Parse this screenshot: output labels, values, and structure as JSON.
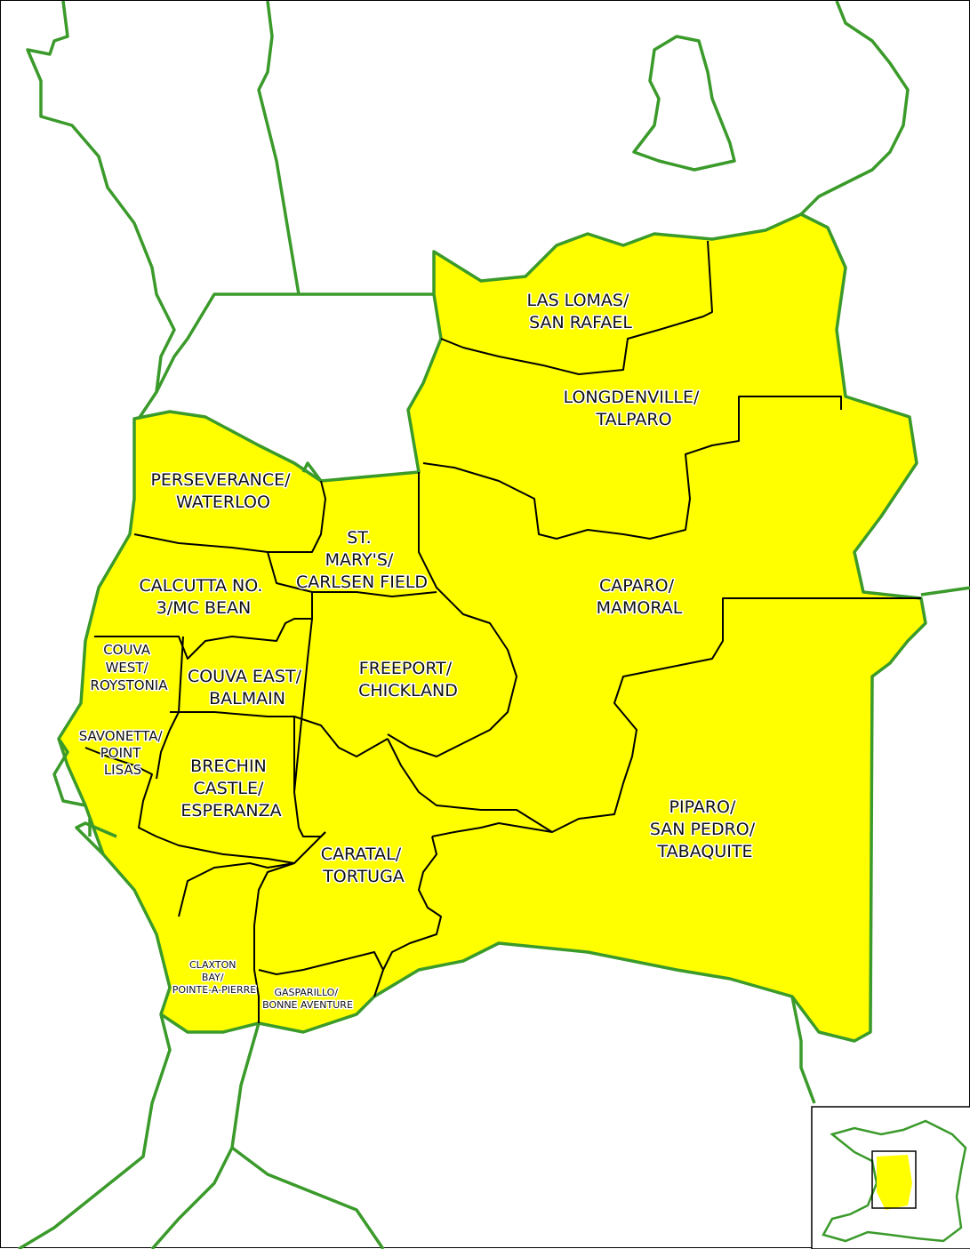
{
  "map": {
    "colors": {
      "region_fill": "#ffff00",
      "region_border": "#000000",
      "outer_border": "#3a9a2a",
      "background": "#ffffff"
    },
    "regions": [
      {
        "id": "las-lomas",
        "lines": [
          "LAS LOMAS/",
          "SAN RAFAEL"
        ]
      },
      {
        "id": "longdenville",
        "lines": [
          "LONGDENVILLE/",
          "TALPARO"
        ]
      },
      {
        "id": "perseverance",
        "lines": [
          "PERSEVERANCE/",
          "WATERLOO"
        ]
      },
      {
        "id": "st-marys",
        "lines": [
          "ST.",
          "MARY'S/",
          "CARLSEN FIELD"
        ]
      },
      {
        "id": "calcutta",
        "lines": [
          "CALCUTTA NO.",
          "3/MC BEAN"
        ]
      },
      {
        "id": "caparo",
        "lines": [
          "CAPARO/",
          "MAMORAL"
        ]
      },
      {
        "id": "couva-west",
        "lines": [
          "COUVA",
          "WEST/",
          "ROYSTONIA"
        ]
      },
      {
        "id": "couva-east",
        "lines": [
          "COUVA EAST/",
          "BALMAIN"
        ]
      },
      {
        "id": "freeport",
        "lines": [
          "FREEPORT/",
          "CHICKLAND"
        ]
      },
      {
        "id": "savonetta",
        "lines": [
          "SAVONETTA/",
          "POINT",
          "LISAS"
        ]
      },
      {
        "id": "brechin",
        "lines": [
          "BRECHIN",
          "CASTLE/",
          "ESPERANZA"
        ]
      },
      {
        "id": "piparo",
        "lines": [
          "PIPARO/",
          "SAN PEDRO/",
          "TABAQUITE"
        ]
      },
      {
        "id": "caratal",
        "lines": [
          "CARATAL/",
          "TORTUGA"
        ]
      },
      {
        "id": "claxton",
        "lines": [
          "CLAXTON",
          "BAY/",
          "POINTE-A-PIERRE"
        ]
      },
      {
        "id": "gasparillo",
        "lines": [
          "GASPARILLO/",
          "BONNE AVENTURE"
        ]
      }
    ]
  }
}
